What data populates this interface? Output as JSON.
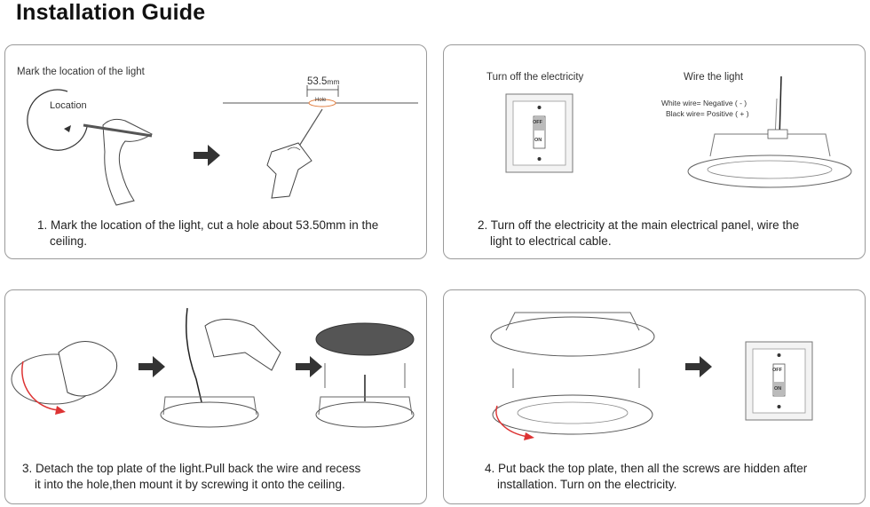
{
  "title": "Installation Guide",
  "step1": {
    "heading": "Mark the location of the light",
    "location_label": "Location",
    "dimension_main": "53.5",
    "dimension_unit": "mm",
    "hole_label": "Hole",
    "caption_line1": "1. Mark the location of the light, cut a hole about 53.50mm in the",
    "caption_line2": "ceiling."
  },
  "step2": {
    "heading_left": "Turn off the electricity",
    "heading_right": "Wire the light",
    "white_wire": "White wire= Negative ( - )",
    "black_wire": "Black wire= Positive ( + )",
    "switch_off": "OFF",
    "switch_on": "ON",
    "caption_line1": "2. Turn off the electricity at the main electrical panel, wire the",
    "caption_line2": "light to electrical cable."
  },
  "step3": {
    "caption_line1": "3. Detach the top plate of the light.Pull back the wire and recess",
    "caption_line2": "it into the hole,then mount it by screwing it onto the ceiling."
  },
  "step4": {
    "switch_off": "OFF",
    "switch_on": "ON",
    "caption_line1": "4. Put back the top plate, then all the screws are hidden after",
    "caption_line2": "installation. Turn on the electricity."
  }
}
